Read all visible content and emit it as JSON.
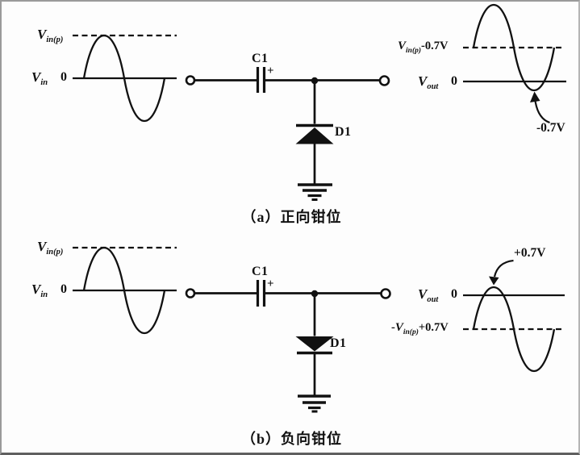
{
  "symbols": {
    "v": "V",
    "sub_in_p": "in(p)",
    "sub_in": "in",
    "sub_out": "out",
    "zero": "0"
  },
  "circuit_a": {
    "capacitor_label": "C1",
    "capacitor_polarity": "+",
    "diode_label": "D1"
  },
  "circuit_b": {
    "capacitor_label": "C1",
    "capacitor_polarity": "+",
    "diode_label": "D1"
  },
  "output_a": {
    "dc_level_suffix": "-0.7V",
    "clamp_annotation": "-0.7V"
  },
  "output_b": {
    "dc_level_prefix": "-",
    "dc_level_suffix": "+0.7V",
    "clamp_annotation": "+0.7V"
  },
  "captions": {
    "a": "（a）正向钳位",
    "b": "（b）负向钳位"
  }
}
